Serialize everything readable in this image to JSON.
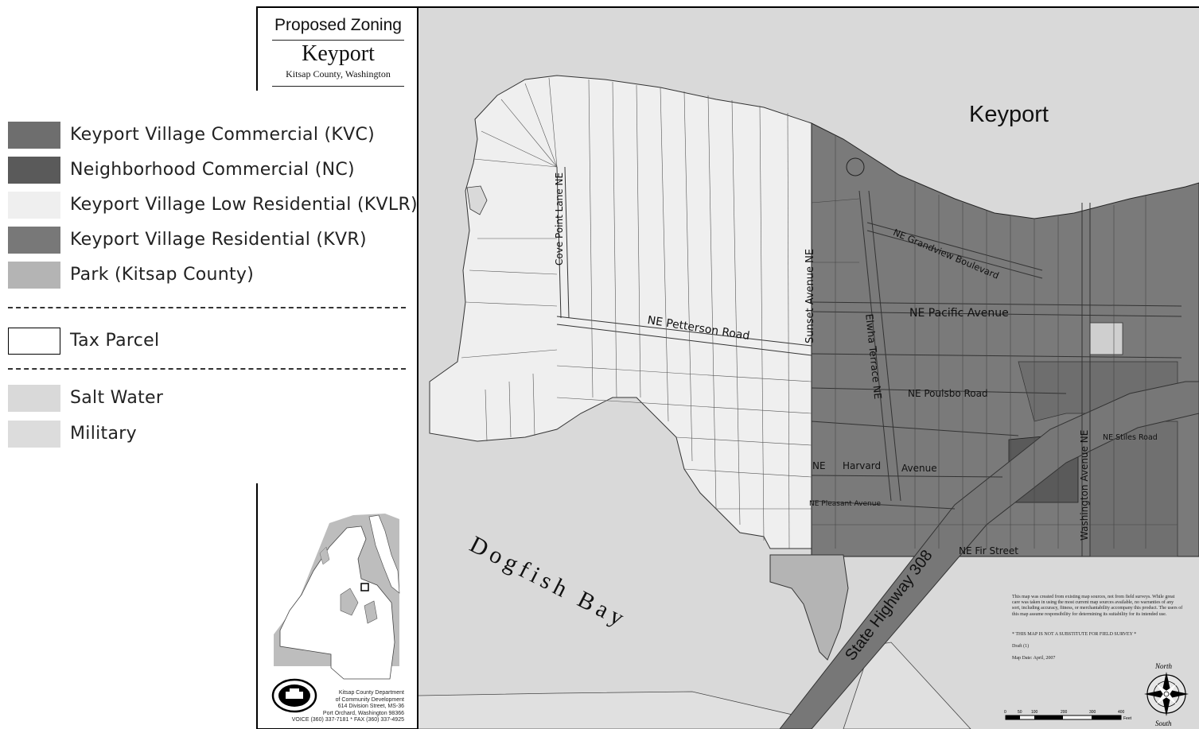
{
  "title": {
    "top": "Proposed Zoning",
    "main": "Keyport",
    "sub": "Kitsap County, Washington"
  },
  "legend": {
    "zones": [
      {
        "label": "Keyport Village Commercial (KVC)",
        "color": "#6e6e6e"
      },
      {
        "label": "Neighborhood Commercial (NC)",
        "color": "#5a5a5a"
      },
      {
        "label": "Keyport Village Low Residential (KVLR)",
        "color": "#efefef"
      },
      {
        "label": "Keyport Village Residential (KVR)",
        "color": "#787878"
      },
      {
        "label": "Park (Kitsap County)",
        "color": "#b4b4b4"
      }
    ],
    "tax_parcel": {
      "label": "Tax Parcel",
      "color": "#ffffff"
    },
    "other": [
      {
        "label": "Salt Water",
        "color": "#d9d9d9"
      },
      {
        "label": "Military",
        "color": "#dcdcdc"
      }
    ]
  },
  "map": {
    "place_label": "Keyport",
    "water_label": "Dogfish Bay",
    "roads": {
      "cove_point": "Cove Point Lane NE",
      "petterson": "NE Petterson Road",
      "sunset": "Sunset Avenue NE",
      "grandview": "NE Grandview Boulevard",
      "pacific": "NE Pacific Avenue",
      "elwha": "Elwha Terrace NE",
      "poulsbo": "NE Poulsbo Road",
      "stiles": "NE Stiles Road",
      "washington": "Washington Avenue NE",
      "harvard_a": "NE",
      "harvard_b": "Harvard",
      "harvard_c": "Avenue",
      "pleasant": "NE Pleasant Avenue",
      "fir": "NE Fir Street",
      "highway": "State Highway 308"
    }
  },
  "notes": {
    "disclaimer": "This map was created from existing map sources, not from field surveys. While great care was taken in using the most current map sources available, no warranties of any sort, including accuracy, fitness, or merchantability accompany this product. The users of this map assume responsibility for determining its suitability for its intended use.",
    "not_substitute": "* THIS MAP IS NOT A SUBSTITUTE FOR FIELD SURVEY *",
    "draft": "Draft (1)",
    "map_date": "Map Date: April, 2007"
  },
  "compass": {
    "north": "North",
    "south": "South"
  },
  "department": {
    "text": "Kitsap County Department\nof Community Development\n614 Division Street, MS-36\nPort Orchard, Washington 98366\nVOICE (360) 337-7181 * FAX (360) 337-4925"
  },
  "scale": {
    "ticks": [
      "0",
      "50",
      "100",
      "200",
      "300",
      "400"
    ],
    "unit": "Feet"
  }
}
